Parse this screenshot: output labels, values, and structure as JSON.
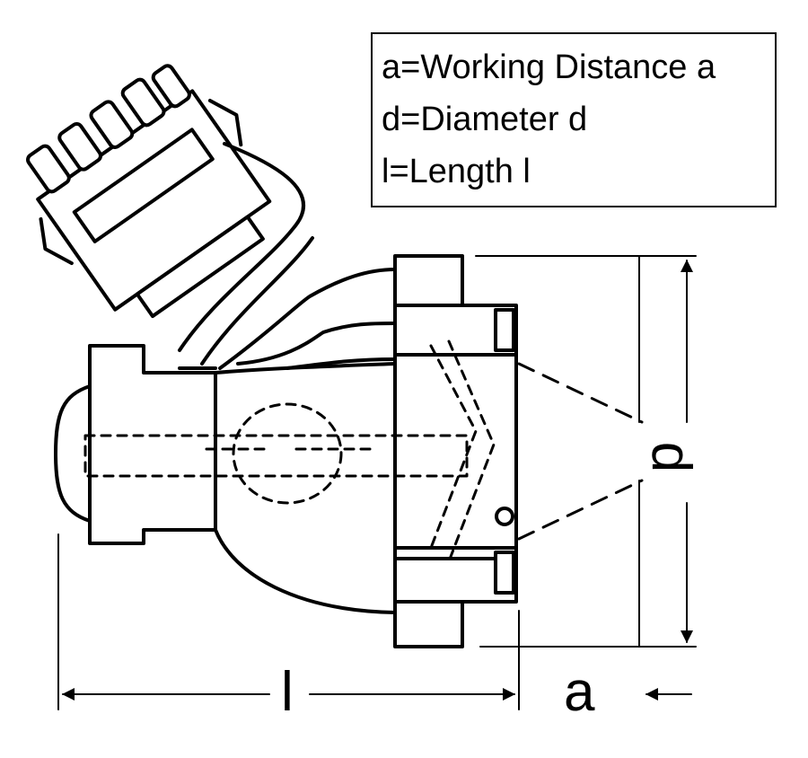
{
  "legend": {
    "line_a": "a=Working Distance a",
    "line_d": "d=Diameter d",
    "line_l": "l=Length l"
  },
  "dimensions": {
    "length_label": "l",
    "distance_label": "a",
    "diameter_label": "d"
  },
  "colors": {
    "line": "#000000",
    "background": "#ffffff"
  }
}
